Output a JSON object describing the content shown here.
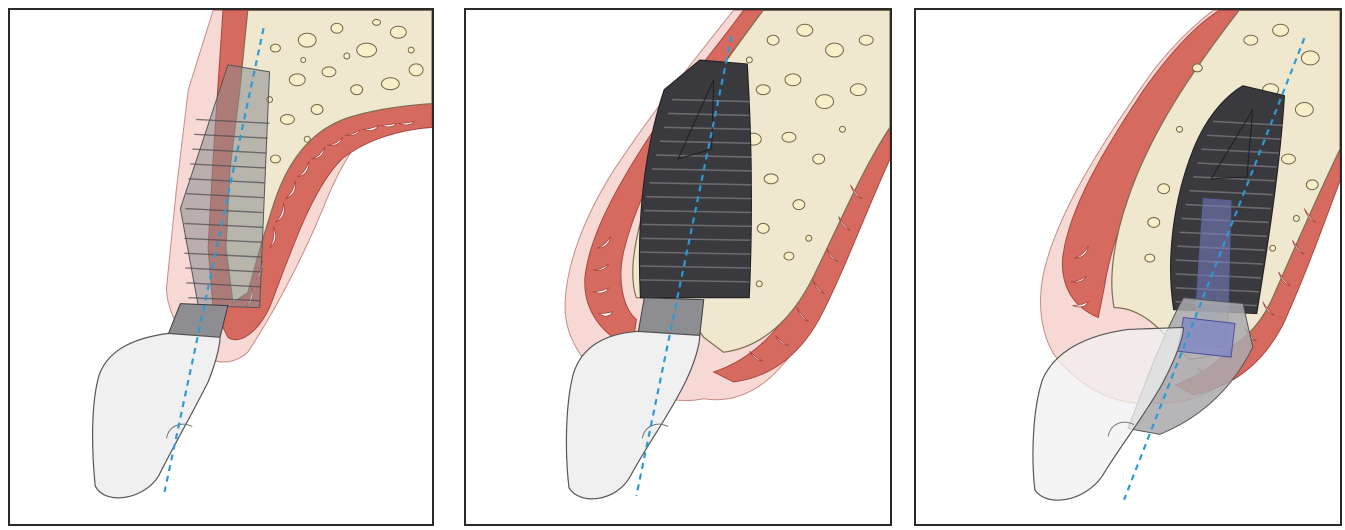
{
  "figure": {
    "panels": [
      {
        "id": "p1",
        "implant_style": "translucent-ghost",
        "abutment": "metal-collar",
        "crown": "white",
        "bone_shape": "thin-upright-ridge",
        "implant_axis": "dashed-line"
      },
      {
        "id": "p2",
        "implant_style": "solid-dark",
        "abutment": "metal-collar",
        "crown": "white",
        "bone_shape": "tilted-ridge-with-palatal-cortex",
        "implant_axis": "dashed-line"
      },
      {
        "id": "p3",
        "implant_style": "solid-dark",
        "abutment": "angled-transparent-with-screw-channel",
        "crown": "translucent",
        "bone_shape": "tilted-ridge-with-palatal-cortex",
        "implant_axis": "dashed-line"
      }
    ]
  },
  "colors": {
    "panel_border": "#2a2a2a",
    "soft_tissue": "#f6d9d4",
    "gingiva_red": "#d76a5e",
    "gingiva_dark": "#b84a42",
    "bone": "#efe8cf",
    "bone_pores": "#f7efc8",
    "implant_dark": "#3a3a3e",
    "implant_ghost": "#8a8a90",
    "abutment_grey": "#a9a9ad",
    "crown": "#f0f0f0",
    "axis_blue": "#2b9ad6",
    "screw_blue": "#7a82c8"
  }
}
